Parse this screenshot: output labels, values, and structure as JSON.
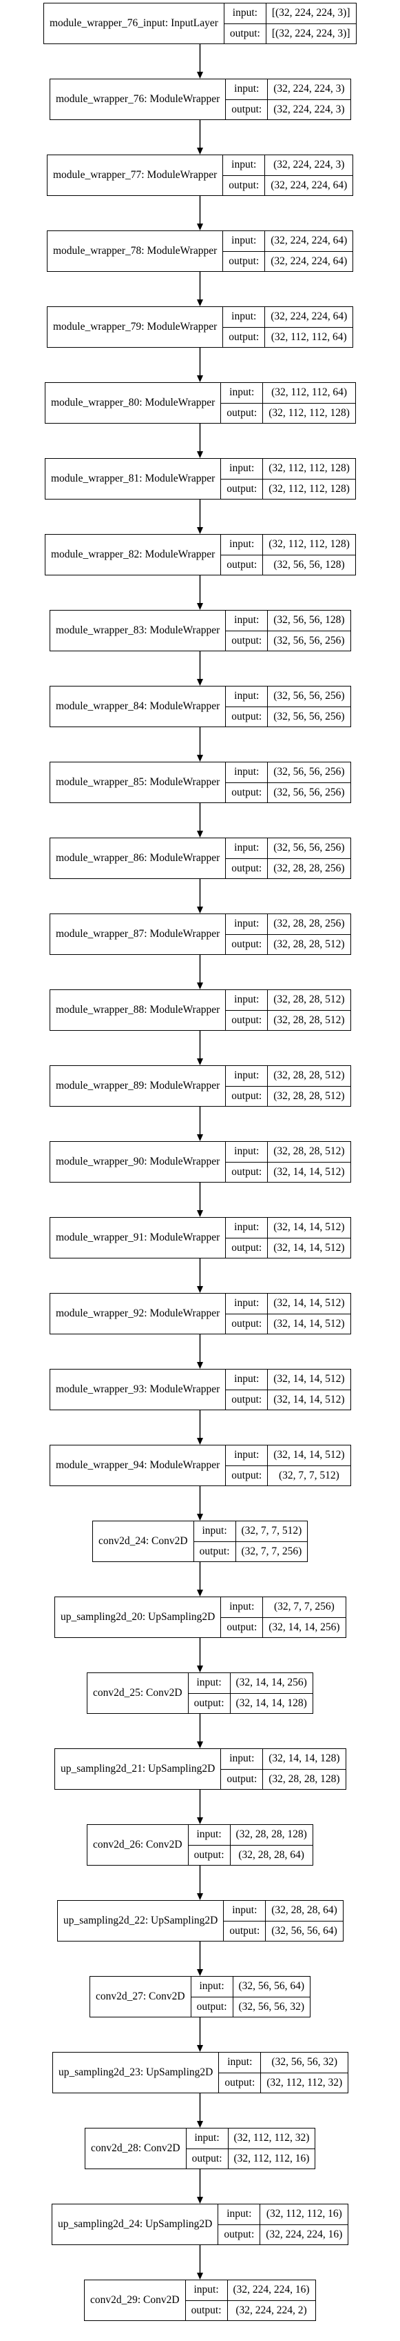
{
  "nodes": [
    {
      "name": "module_wrapper_76_input: InputLayer",
      "input_label": "input:",
      "output_label": "output:",
      "input": "[(32, 224, 224, 3)]",
      "output": "[(32, 224, 224, 3)]"
    },
    {
      "name": "module_wrapper_76: ModuleWrapper",
      "input_label": "input:",
      "output_label": "output:",
      "input": "(32, 224, 224, 3)",
      "output": "(32, 224, 224, 3)"
    },
    {
      "name": "module_wrapper_77: ModuleWrapper",
      "input_label": "input:",
      "output_label": "output:",
      "input": "(32, 224, 224, 3)",
      "output": "(32, 224, 224, 64)"
    },
    {
      "name": "module_wrapper_78: ModuleWrapper",
      "input_label": "input:",
      "output_label": "output:",
      "input": "(32, 224, 224, 64)",
      "output": "(32, 224, 224, 64)"
    },
    {
      "name": "module_wrapper_79: ModuleWrapper",
      "input_label": "input:",
      "output_label": "output:",
      "input": "(32, 224, 224, 64)",
      "output": "(32, 112, 112, 64)"
    },
    {
      "name": "module_wrapper_80: ModuleWrapper",
      "input_label": "input:",
      "output_label": "output:",
      "input": "(32, 112, 112, 64)",
      "output": "(32, 112, 112, 128)"
    },
    {
      "name": "module_wrapper_81: ModuleWrapper",
      "input_label": "input:",
      "output_label": "output:",
      "input": "(32, 112, 112, 128)",
      "output": "(32, 112, 112, 128)"
    },
    {
      "name": "module_wrapper_82: ModuleWrapper",
      "input_label": "input:",
      "output_label": "output:",
      "input": "(32, 112, 112, 128)",
      "output": "(32, 56, 56, 128)"
    },
    {
      "name": "module_wrapper_83: ModuleWrapper",
      "input_label": "input:",
      "output_label": "output:",
      "input": "(32, 56, 56, 128)",
      "output": "(32, 56, 56, 256)"
    },
    {
      "name": "module_wrapper_84: ModuleWrapper",
      "input_label": "input:",
      "output_label": "output:",
      "input": "(32, 56, 56, 256)",
      "output": "(32, 56, 56, 256)"
    },
    {
      "name": "module_wrapper_85: ModuleWrapper",
      "input_label": "input:",
      "output_label": "output:",
      "input": "(32, 56, 56, 256)",
      "output": "(32, 56, 56, 256)"
    },
    {
      "name": "module_wrapper_86: ModuleWrapper",
      "input_label": "input:",
      "output_label": "output:",
      "input": "(32, 56, 56, 256)",
      "output": "(32, 28, 28, 256)"
    },
    {
      "name": "module_wrapper_87: ModuleWrapper",
      "input_label": "input:",
      "output_label": "output:",
      "input": "(32, 28, 28, 256)",
      "output": "(32, 28, 28, 512)"
    },
    {
      "name": "module_wrapper_88: ModuleWrapper",
      "input_label": "input:",
      "output_label": "output:",
      "input": "(32, 28, 28, 512)",
      "output": "(32, 28, 28, 512)"
    },
    {
      "name": "module_wrapper_89: ModuleWrapper",
      "input_label": "input:",
      "output_label": "output:",
      "input": "(32, 28, 28, 512)",
      "output": "(32, 28, 28, 512)"
    },
    {
      "name": "module_wrapper_90: ModuleWrapper",
      "input_label": "input:",
      "output_label": "output:",
      "input": "(32, 28, 28, 512)",
      "output": "(32, 14, 14, 512)"
    },
    {
      "name": "module_wrapper_91: ModuleWrapper",
      "input_label": "input:",
      "output_label": "output:",
      "input": "(32, 14, 14, 512)",
      "output": "(32, 14, 14, 512)"
    },
    {
      "name": "module_wrapper_92: ModuleWrapper",
      "input_label": "input:",
      "output_label": "output:",
      "input": "(32, 14, 14, 512)",
      "output": "(32, 14, 14, 512)"
    },
    {
      "name": "module_wrapper_93: ModuleWrapper",
      "input_label": "input:",
      "output_label": "output:",
      "input": "(32, 14, 14, 512)",
      "output": "(32, 14, 14, 512)"
    },
    {
      "name": "module_wrapper_94: ModuleWrapper",
      "input_label": "input:",
      "output_label": "output:",
      "input": "(32, 14, 14, 512)",
      "output": "(32, 7, 7, 512)"
    },
    {
      "name": "conv2d_24: Conv2D",
      "input_label": "input:",
      "output_label": "output:",
      "input": "(32, 7, 7, 512)",
      "output": "(32, 7, 7, 256)"
    },
    {
      "name": "up_sampling2d_20: UpSampling2D",
      "input_label": "input:",
      "output_label": "output:",
      "input": "(32, 7, 7, 256)",
      "output": "(32, 14, 14, 256)"
    },
    {
      "name": "conv2d_25: Conv2D",
      "input_label": "input:",
      "output_label": "output:",
      "input": "(32, 14, 14, 256)",
      "output": "(32, 14, 14, 128)"
    },
    {
      "name": "up_sampling2d_21: UpSampling2D",
      "input_label": "input:",
      "output_label": "output:",
      "input": "(32, 14, 14, 128)",
      "output": "(32, 28, 28, 128)"
    },
    {
      "name": "conv2d_26: Conv2D",
      "input_label": "input:",
      "output_label": "output:",
      "input": "(32, 28, 28, 128)",
      "output": "(32, 28, 28, 64)"
    },
    {
      "name": "up_sampling2d_22: UpSampling2D",
      "input_label": "input:",
      "output_label": "output:",
      "input": "(32, 28, 28, 64)",
      "output": "(32, 56, 56, 64)"
    },
    {
      "name": "conv2d_27: Conv2D",
      "input_label": "input:",
      "output_label": "output:",
      "input": "(32, 56, 56, 64)",
      "output": "(32, 56, 56, 32)"
    },
    {
      "name": "up_sampling2d_23: UpSampling2D",
      "input_label": "input:",
      "output_label": "output:",
      "input": "(32, 56, 56, 32)",
      "output": "(32, 112, 112, 32)"
    },
    {
      "name": "conv2d_28: Conv2D",
      "input_label": "input:",
      "output_label": "output:",
      "input": "(32, 112, 112, 32)",
      "output": "(32, 112, 112, 16)"
    },
    {
      "name": "up_sampling2d_24: UpSampling2D",
      "input_label": "input:",
      "output_label": "output:",
      "input": "(32, 112, 112, 16)",
      "output": "(32, 224, 224, 16)"
    },
    {
      "name": "conv2d_29: Conv2D",
      "input_label": "input:",
      "output_label": "output:",
      "input": "(32, 224, 224, 16)",
      "output": "(32, 224, 224, 2)"
    }
  ]
}
